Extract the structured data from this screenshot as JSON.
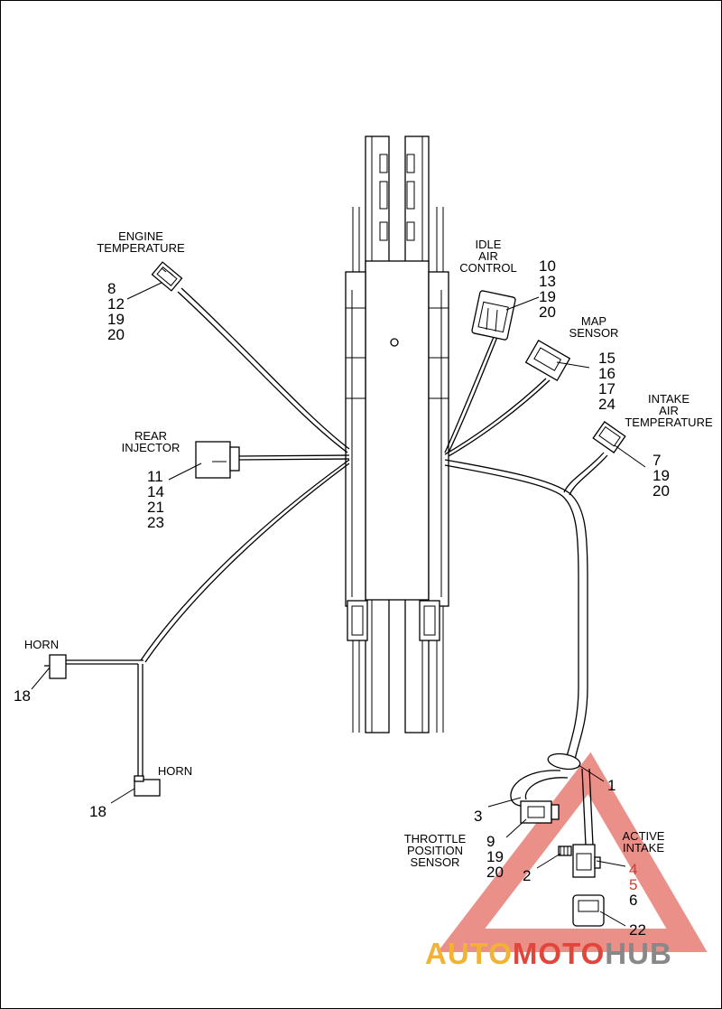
{
  "labels": {
    "engine_temperature": [
      "ENGINE",
      "TEMPERATURE"
    ],
    "idle_air_control": [
      "IDLE",
      "AIR",
      "CONTROL"
    ],
    "map_sensor": [
      "MAP",
      "SENSOR"
    ],
    "intake_air_temperature": [
      "INTAKE",
      "AIR",
      "TEMPERATURE"
    ],
    "rear_injector": [
      "REAR",
      "INJECTOR"
    ],
    "horn_upper": "HORN",
    "horn_lower": "HORN",
    "throttle_position_sensor": [
      "THROTTLE",
      "POSITION",
      "SENSOR"
    ],
    "active_intake": [
      "ACTIVE",
      "INTAKE"
    ]
  },
  "callouts": {
    "engine_temperature": [
      "8",
      "12",
      "19",
      "20"
    ],
    "idle_air_control": [
      "10",
      "13",
      "19",
      "20"
    ],
    "map_sensor": [
      "15",
      "16",
      "17",
      "24"
    ],
    "intake_air_temperature": [
      "7",
      "19",
      "20"
    ],
    "rear_injector": [
      "11",
      "14",
      "21",
      "23"
    ],
    "horn_upper": "18",
    "horn_lower": "18",
    "clip": "1",
    "harness_loop": "3",
    "throttle_position_sensor": [
      "9",
      "19",
      "20"
    ],
    "push_in_clip": "2",
    "active_intake": [
      "4",
      "5",
      "6"
    ],
    "bottom_connector": "22"
  },
  "watermark": {
    "part1": "AUTO",
    "part2": "MOTO",
    "part3": "HUB"
  },
  "colors": {
    "line": "#000000",
    "accent_red": "#d23a36",
    "accent_orange": "#f2b233",
    "accent_gray": "#888888"
  }
}
